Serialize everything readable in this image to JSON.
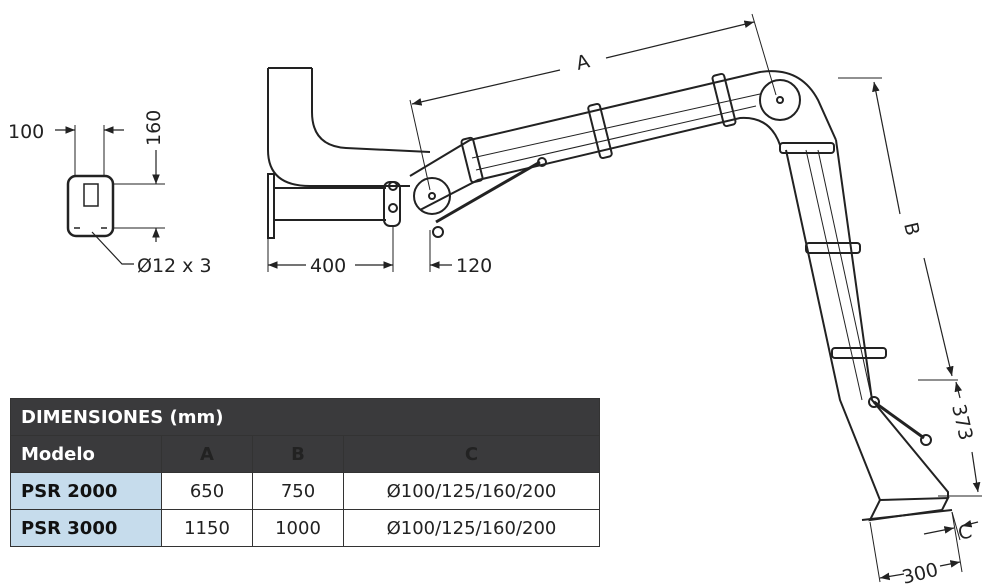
{
  "labels": {
    "dim_100": "100",
    "dim_160": "160",
    "dim_hole": "Ø12 x 3",
    "dim_400": "400",
    "dim_120": "120",
    "dim_a": "A",
    "dim_b": "B",
    "dim_373": "373",
    "dim_c": "C",
    "dim_300": "300"
  },
  "table": {
    "title": "DIMENSIONES (mm)",
    "headers": [
      "Modelo",
      "A",
      "B",
      "C"
    ],
    "rows": [
      {
        "model": "PSR 2000",
        "a": "650",
        "b": "750",
        "c": "Ø100/125/160/200"
      },
      {
        "model": "PSR 3000",
        "a": "1150",
        "b": "1000",
        "c": "Ø100/125/160/200"
      }
    ]
  },
  "colors": {
    "header_bg": "#3a3a3c",
    "model_bg": "#c6dcec",
    "line": "#222222"
  }
}
